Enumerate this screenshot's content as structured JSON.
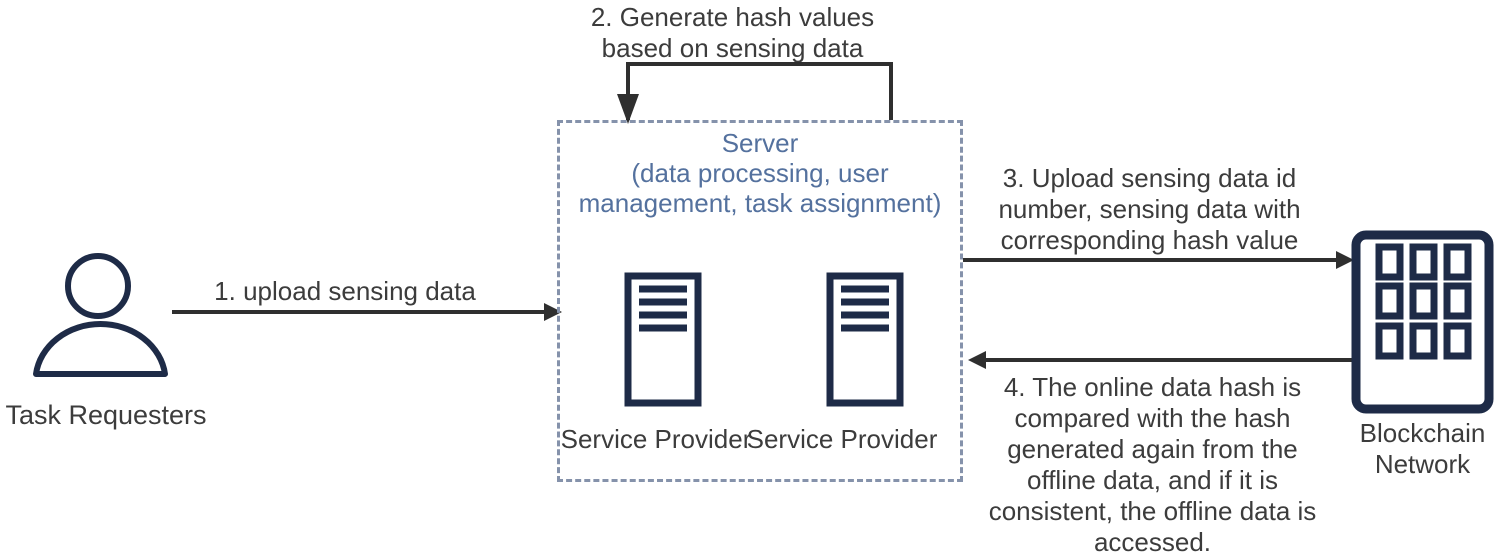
{
  "nodes": {
    "task_requesters": {
      "label": "Task Requesters",
      "icon": "person-icon"
    },
    "server_box": {
      "title": "Server",
      "subtitle_lines": [
        "(data processing, user",
        "management, task assignment)"
      ],
      "providers": [
        {
          "label": "Service Provider",
          "icon": "server-icon"
        },
        {
          "label": "Service Provider",
          "icon": "server-icon"
        }
      ]
    },
    "blockchain_network": {
      "label_lines": [
        "Blockchain",
        "Network"
      ],
      "icon": "building-icon"
    }
  },
  "flows": {
    "step1": {
      "direction": "right",
      "lines": [
        "1. upload sensing data"
      ]
    },
    "step2": {
      "direction": "loop-into-server",
      "lines": [
        "2. Generate hash values",
        "based on sensing data"
      ]
    },
    "step3": {
      "direction": "right",
      "lines": [
        "3. Upload sensing data id",
        "number, sensing data with",
        "corresponding hash value"
      ]
    },
    "step4": {
      "direction": "left",
      "lines": [
        "4. The online data hash is",
        "compared with the hash",
        "generated again from the",
        "offline data, and if it is",
        "consistent, the offline data is",
        "accessed."
      ]
    }
  },
  "colors": {
    "background": "#ffffff",
    "icon_navy": "#1e2b47",
    "arrow": "#2f2f2f",
    "text_dark": "#3c3c3c",
    "server_text_blue": "#54719e",
    "dashed_border": "#8592ab"
  }
}
